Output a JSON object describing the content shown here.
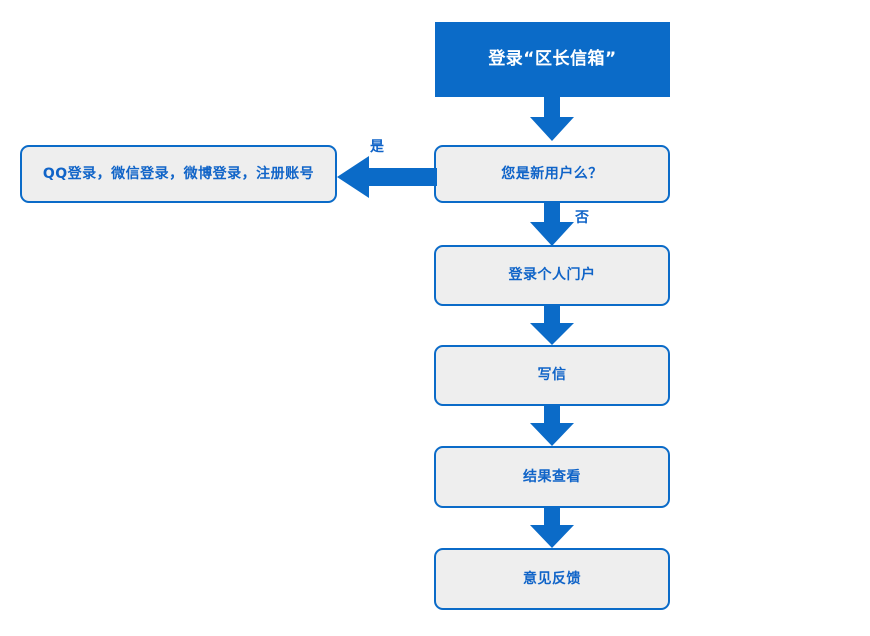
{
  "diagram": {
    "title_node": {
      "label": "登录“区长信箱”",
      "type": "start"
    },
    "decision_node": {
      "label": "您是新用户么？",
      "type": "decision"
    },
    "branch_node": {
      "label": "QQ登录，微信登录，微博登录，注册账号",
      "type": "process"
    },
    "steps": [
      {
        "label": "登录个人门户"
      },
      {
        "label": "写信"
      },
      {
        "label": "结果查看"
      },
      {
        "label": "意见反馈"
      }
    ],
    "branch_labels": {
      "yes": "是",
      "no": "否"
    },
    "colors": {
      "accent": "#0b6bc8",
      "node_fill": "#eeeeee",
      "node_text": "#1064c8",
      "start_text": "#ffffff",
      "background": "#ffffff"
    }
  }
}
